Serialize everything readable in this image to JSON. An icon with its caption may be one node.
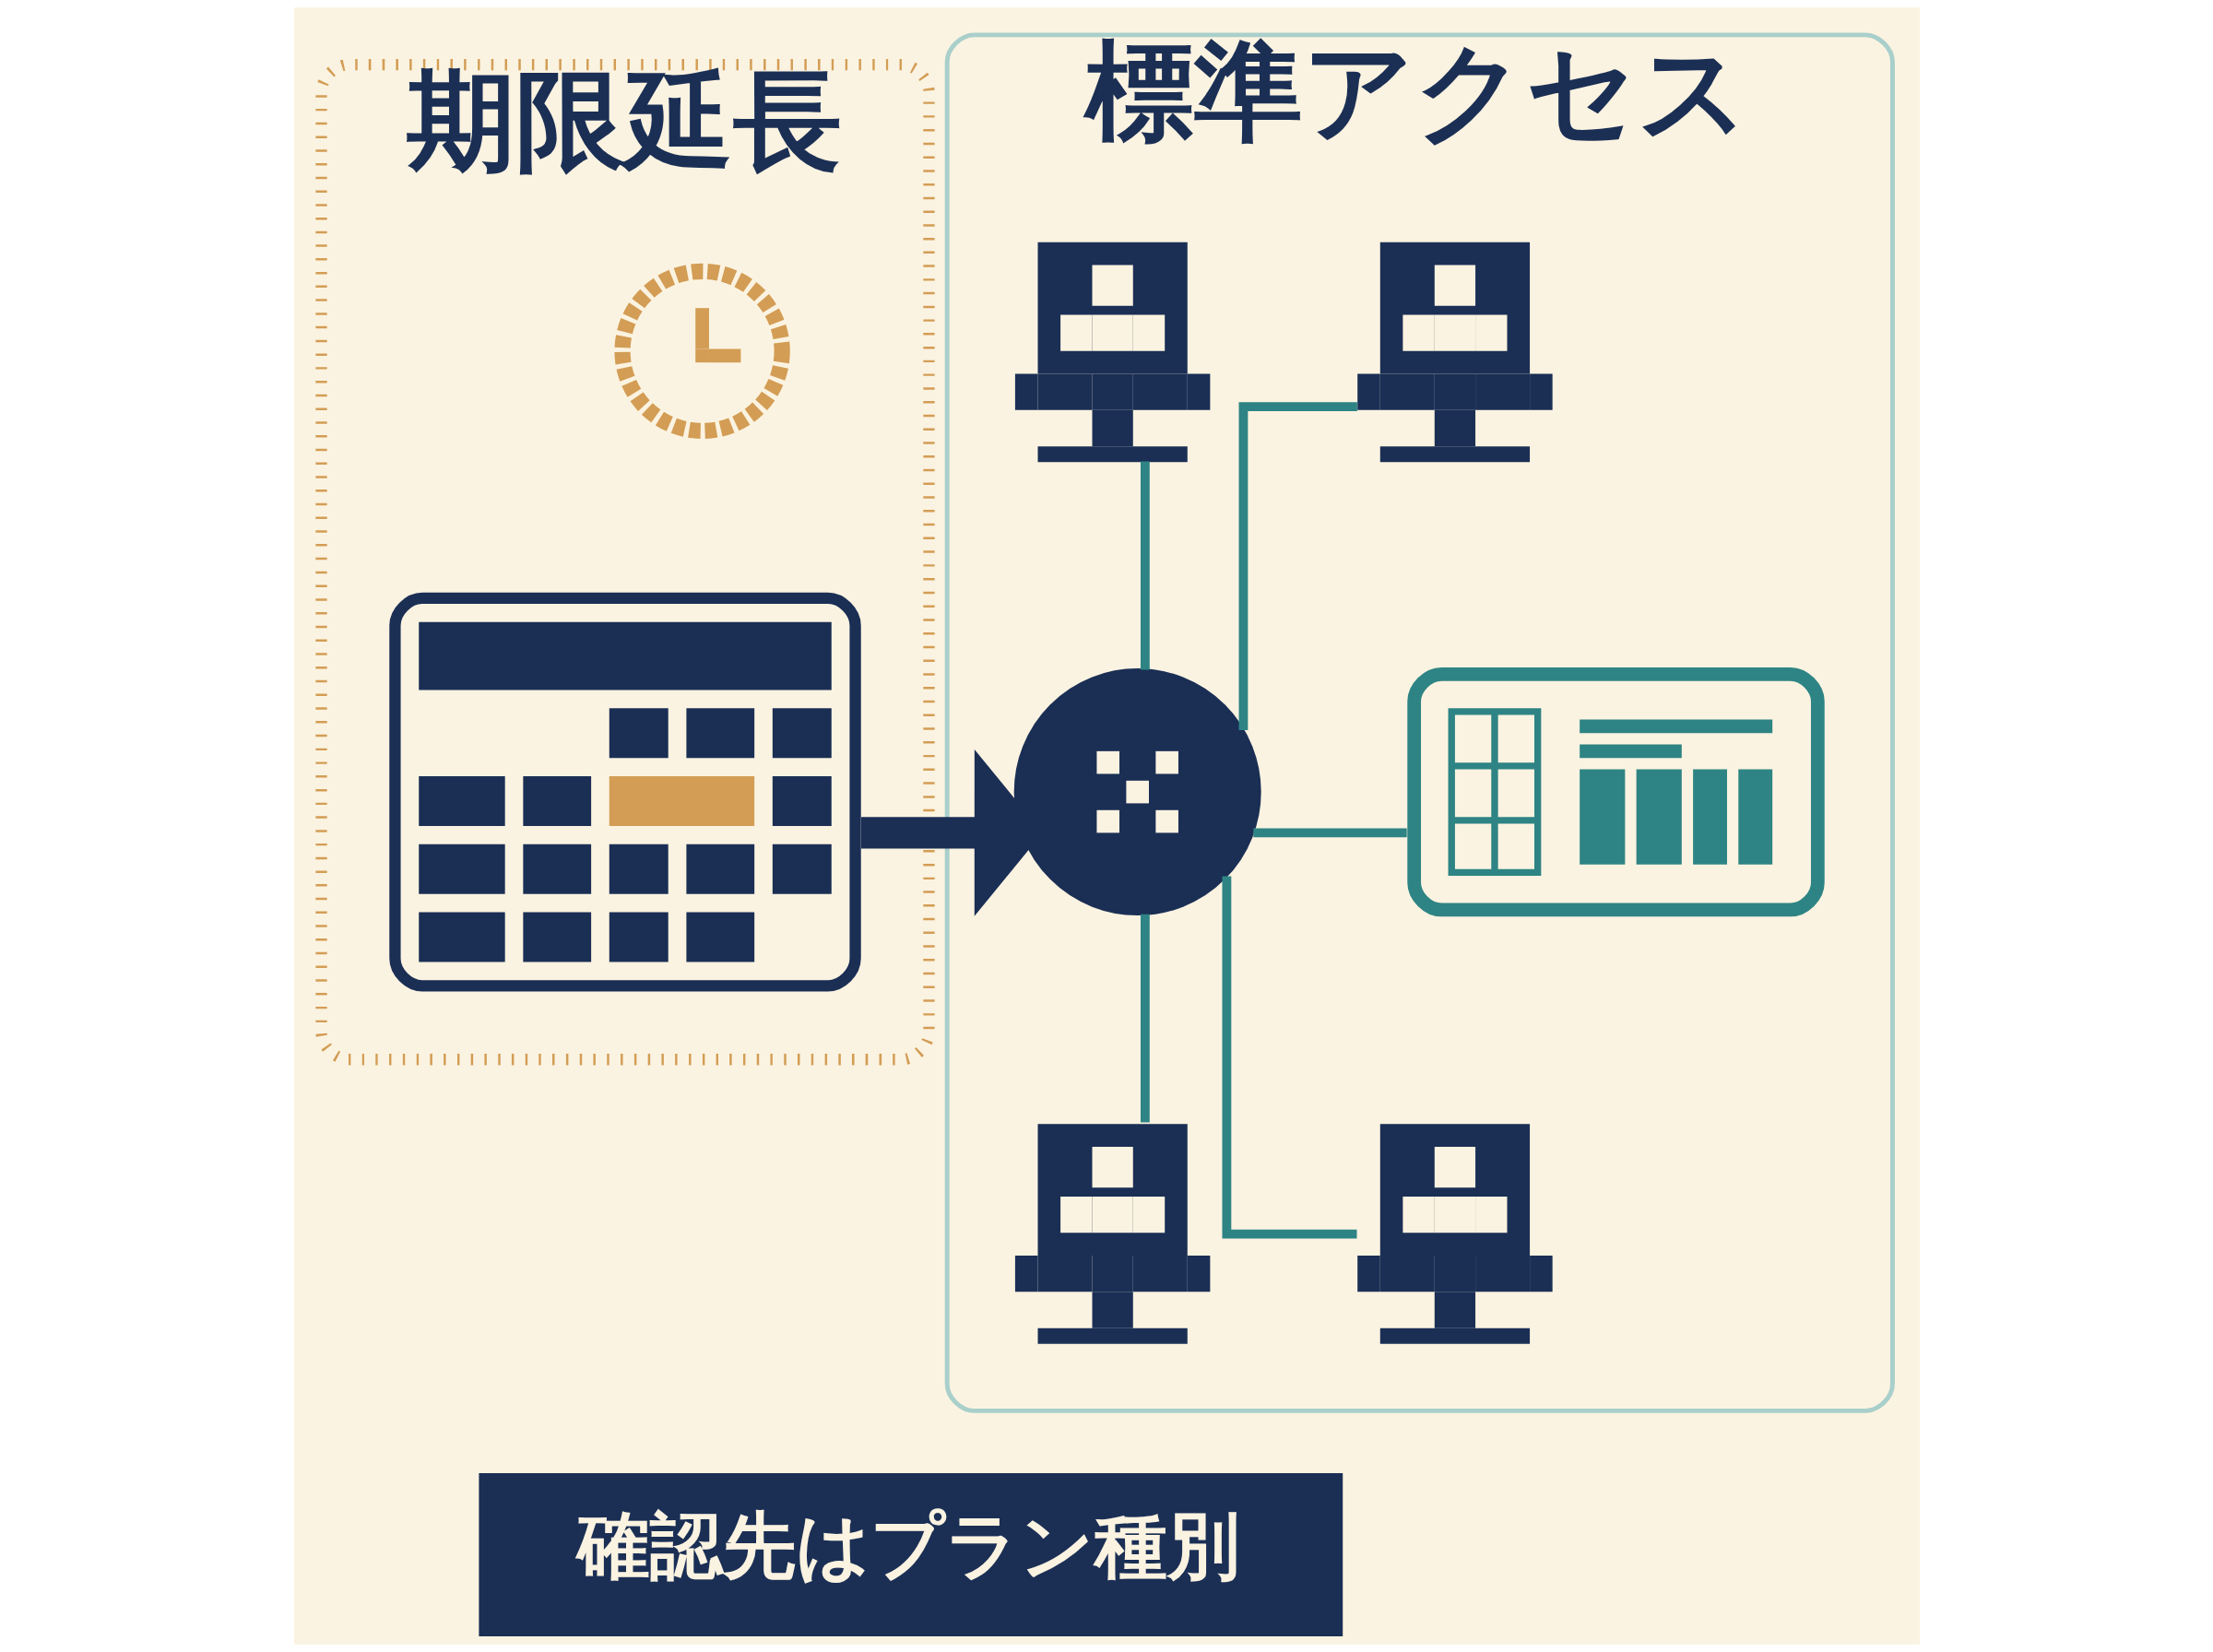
{
  "diagram": {
    "nodes": [
      {
        "text": [
          "期限延長"
        ]
      },
      {
        "text": [],
        "shape": "picture",
        "in": 0
      },
      {
        "text": [],
        "shape": "picture",
        "in": 0
      },
      {
        "text": [
          "標準アクセス"
        ]
      },
      {
        "text": [],
        "shape": "picture",
        "in": 3
      },
      {
        "text": [],
        "shape": "picture",
        "in": 3
      },
      {
        "text": [],
        "shape": "circle",
        "in": 3
      },
      {
        "text": [],
        "shape": "picture",
        "in": 3
      },
      {
        "text": [],
        "shape": "picture",
        "in": 3
      },
      {
        "text": [],
        "shape": "picture",
        "in": 3
      },
      {
        "text": [
          "確認先はプラン種別"
        ]
      }
    ],
    "edges": [
      {
        "from": 2,
        "to": 6,
        "arrow": "to",
        "style": "thick",
        "color": "#1b2f55"
      },
      {
        "from": 6,
        "to": 4,
        "arrow": "none"
      },
      {
        "from": 6,
        "to": 5,
        "arrow": "none"
      },
      {
        "from": 6,
        "to": 7,
        "arrow": "none"
      },
      {
        "from": 6,
        "to": 8,
        "arrow": "none"
      },
      {
        "from": 6,
        "to": 9,
        "arrow": "none"
      }
    ]
  }
}
